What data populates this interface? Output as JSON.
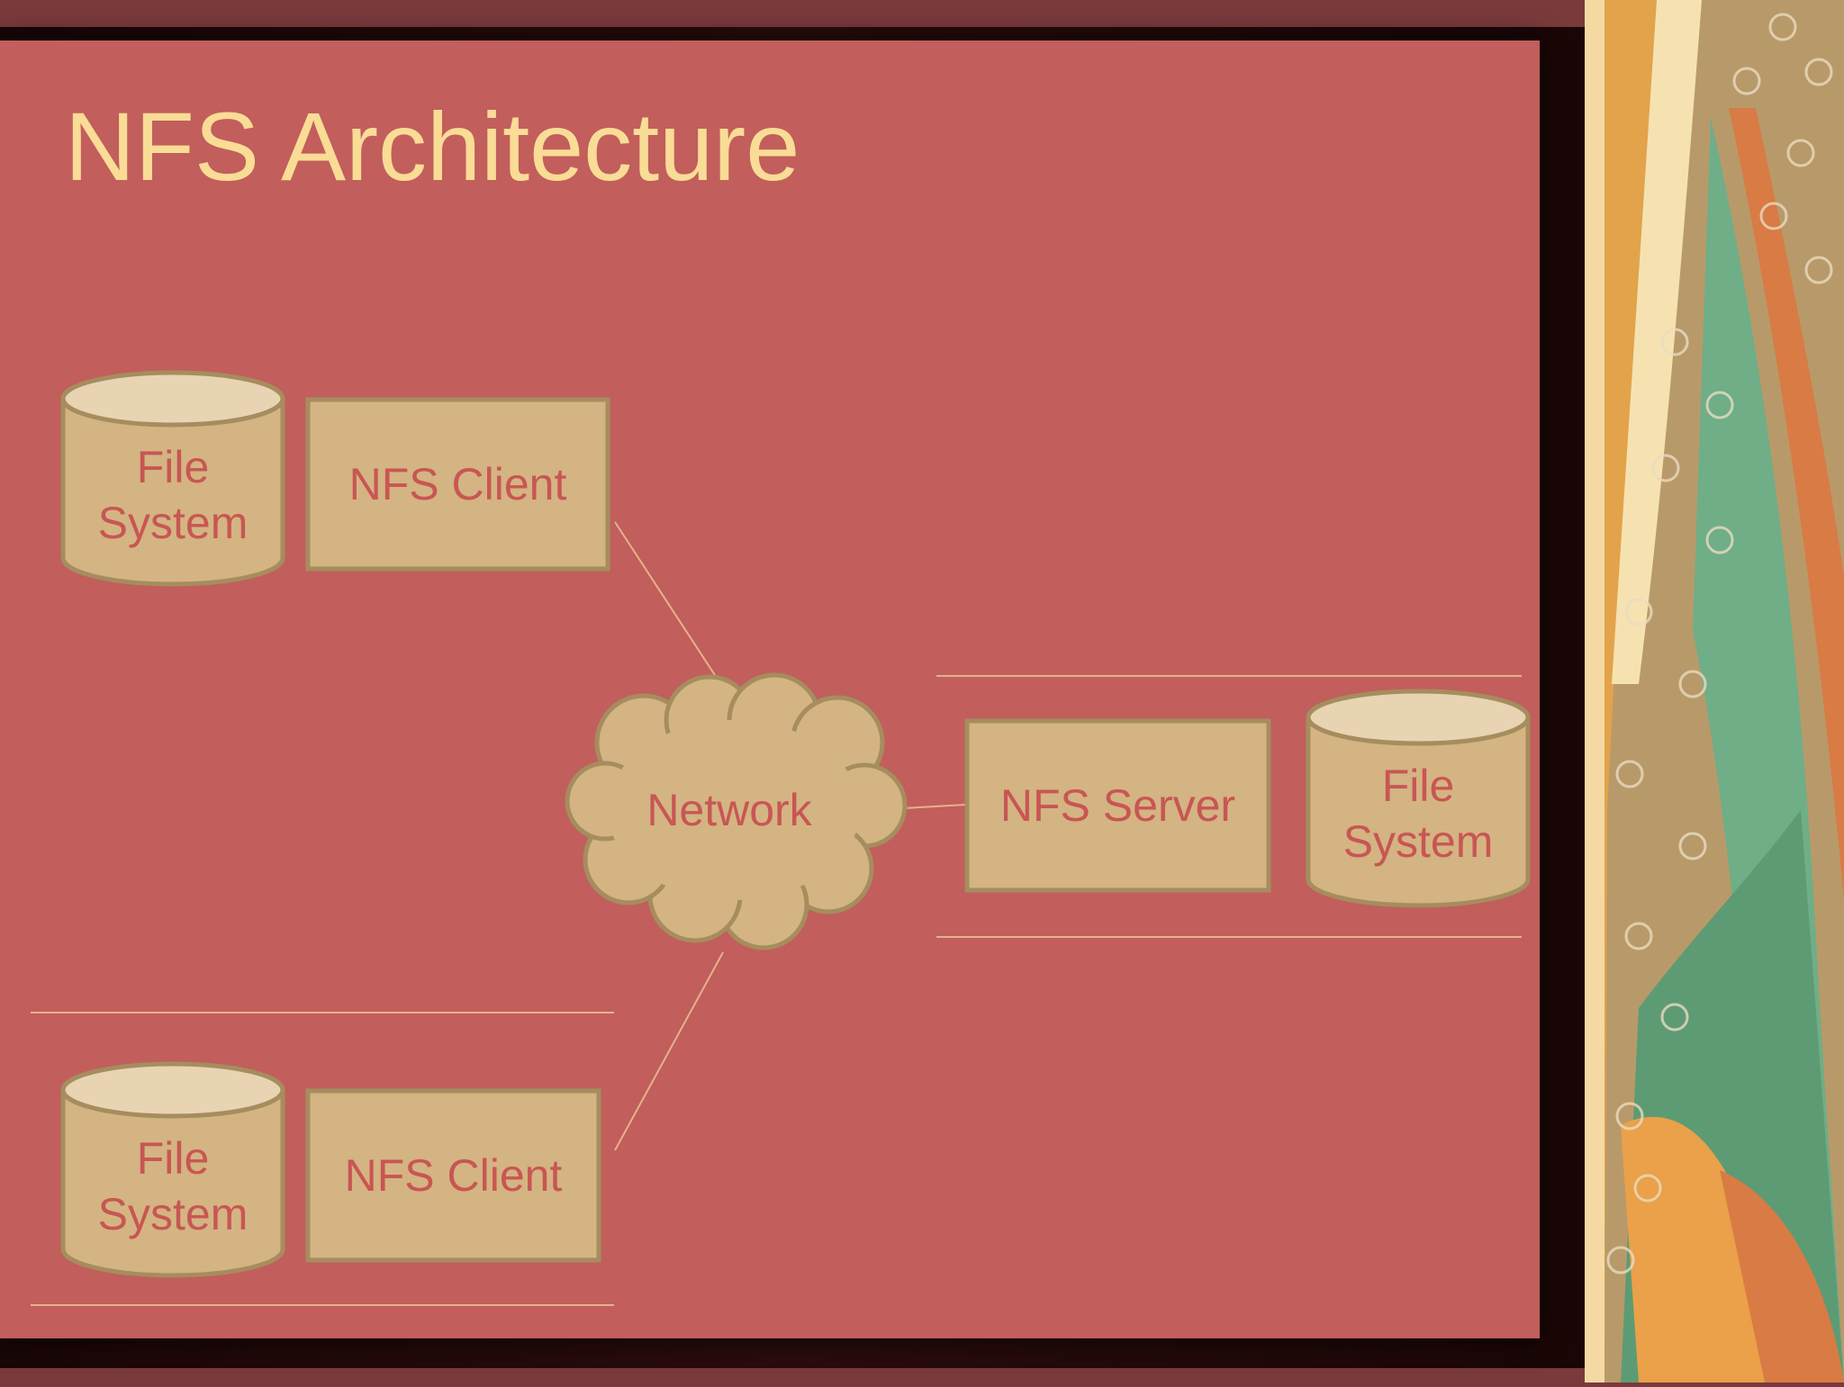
{
  "slide": {
    "title": "NFS Architecture"
  },
  "diagram": {
    "nodes": {
      "client1_fs": "File System",
      "client1": "NFS Client",
      "client2_fs": "File System",
      "client2": "NFS Client",
      "network": "Network",
      "server": "NFS Server",
      "server_fs": "File System"
    },
    "colors": {
      "slide_bg": "#c25e5c",
      "title": "#f9dc95",
      "node_fill": "#d4b482",
      "node_border": "#a58d5e",
      "node_text": "#c85654",
      "cylinder_top": "#e8d3b3",
      "line": "#e3b38a"
    }
  }
}
